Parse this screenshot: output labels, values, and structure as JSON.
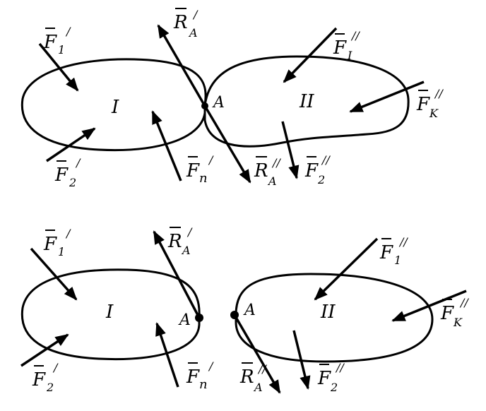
{
  "colors": {
    "ink": "#000000",
    "background": "#ffffff"
  },
  "top": {
    "body1": {
      "roman": "I"
    },
    "body2": {
      "roman": "II"
    },
    "point": "A",
    "forces": {
      "F1p": {
        "base": "F",
        "sub": "1",
        "sup": "/"
      },
      "F2p": {
        "base": "F",
        "sub": "2",
        "sup": "/"
      },
      "Fnp": {
        "base": "F",
        "sub": "n",
        "sup": "/"
      },
      "RAp": {
        "base": "R",
        "sub": "A",
        "sup": "/"
      },
      "F1pp": {
        "base": "F",
        "sub": "I",
        "sup": "//"
      },
      "Fkpp": {
        "base": "F",
        "sub": "K",
        "sup": "//"
      },
      "F2pp": {
        "base": "F",
        "sub": "2",
        "sup": "//"
      },
      "RApp": {
        "base": "R",
        "sub": "A",
        "sup": "//"
      }
    }
  },
  "bottom": {
    "body1": {
      "roman": "I"
    },
    "body2": {
      "roman": "II"
    },
    "point_left": "A",
    "point_right": "A",
    "forces": {
      "F1p": {
        "base": "F",
        "sub": "1",
        "sup": "/"
      },
      "F2p": {
        "base": "F",
        "sub": "2",
        "sup": "/"
      },
      "Fnp": {
        "base": "F",
        "sub": "n",
        "sup": "/"
      },
      "RAp": {
        "base": "R",
        "sub": "A",
        "sup": "/"
      },
      "F1pp": {
        "base": "F",
        "sub": "1",
        "sup": "//"
      },
      "Fkpp": {
        "base": "F",
        "sub": "K",
        "sup": "//"
      },
      "F2pp": {
        "base": "F",
        "sub": "2",
        "sup": "//"
      },
      "RApp": {
        "base": "R",
        "sub": "A",
        "sup": "//"
      }
    }
  }
}
